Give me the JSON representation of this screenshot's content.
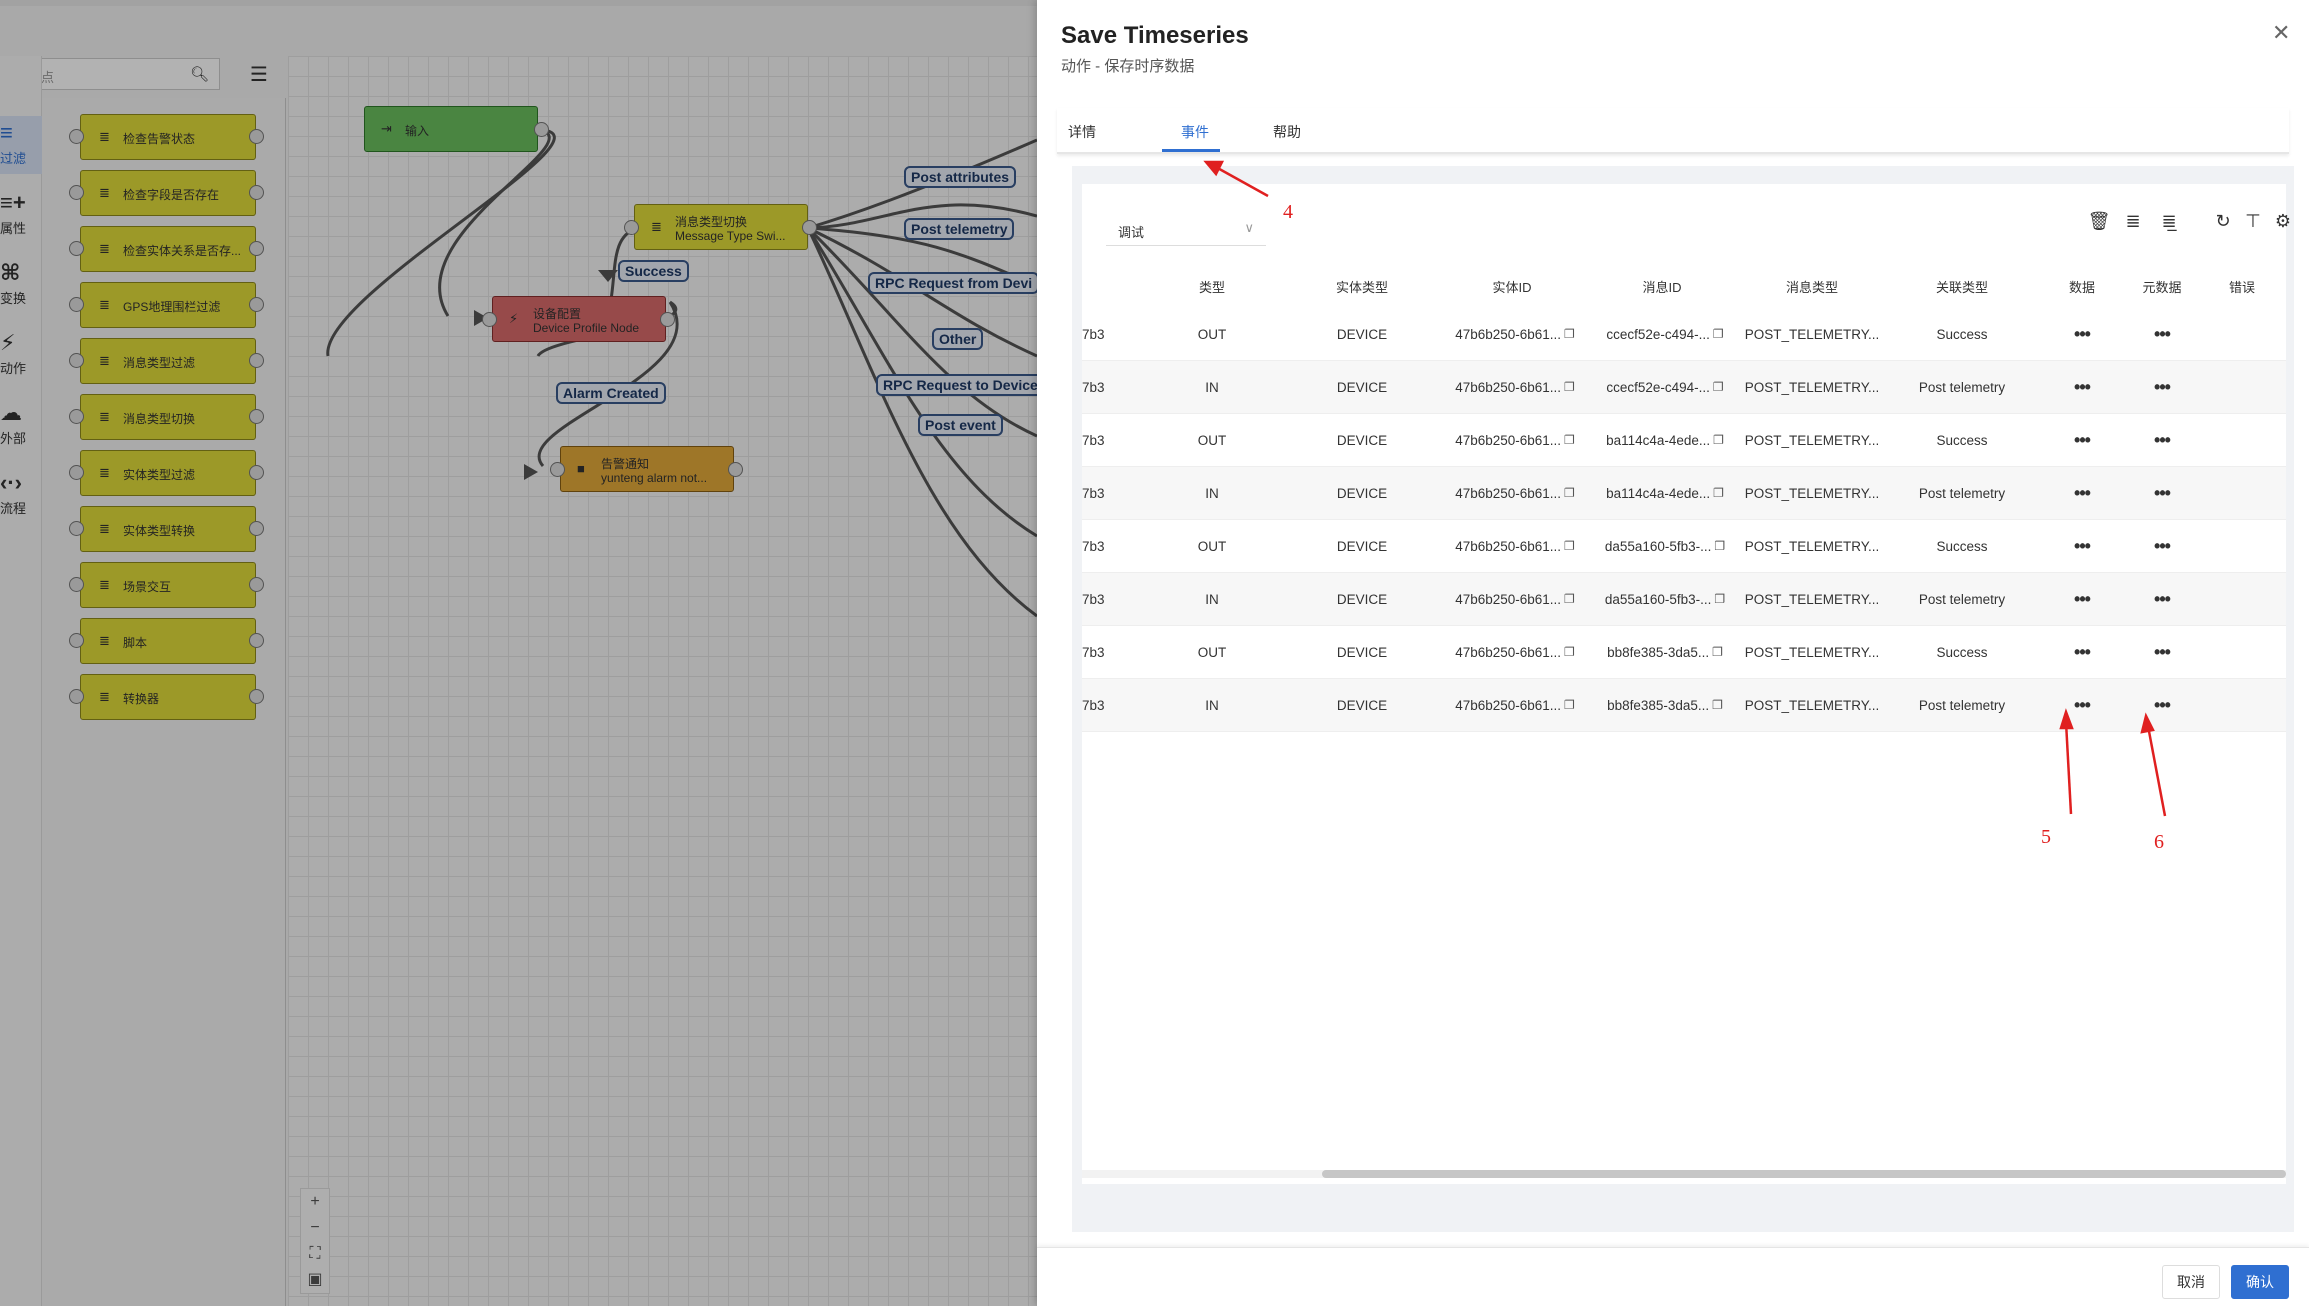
{
  "editor": {
    "search_placeholder": "搜索节点",
    "rail": [
      {
        "label": "过滤",
        "icon": "filter-icon"
      },
      {
        "label": "属性",
        "icon": "attributes-icon"
      },
      {
        "label": "变换",
        "icon": "transform-icon"
      },
      {
        "label": "动作",
        "icon": "action-icon"
      },
      {
        "label": "外部",
        "icon": "cloud-icon"
      },
      {
        "label": "流程",
        "icon": "flow-icon"
      }
    ],
    "library_nodes": [
      "检查告警状态",
      "检查字段是否存在",
      "检查实体关系是否存...",
      "GPS地理围栏过滤",
      "消息类型过滤",
      "消息类型切换",
      "实体类型过滤",
      "实体类型转换",
      "场景交互",
      "脚本",
      "转换器"
    ],
    "canvas_nodes": {
      "input": {
        "l1": "输入"
      },
      "switch": {
        "l1": "消息类型切换",
        "l2": "Message Type Swi..."
      },
      "profile": {
        "l1": "设备配置",
        "l2": "Device Profile Node"
      },
      "alarm": {
        "l1": "告警通知",
        "l2": "yunteng alarm not..."
      }
    },
    "edge_labels": [
      "Success",
      "Alarm Created",
      "Post attributes",
      "Post telemetry",
      "RPC Request from Devi",
      "Other",
      "RPC Request to Device",
      "Post event"
    ]
  },
  "drawer": {
    "title": "Save Timeseries",
    "subtitle": "动作 - 保存时序数据",
    "tabs": [
      "详情",
      "事件",
      "帮助"
    ],
    "active_tab": "事件",
    "filter_value": "调试",
    "columns": [
      "类型",
      "实体类型",
      "实体ID",
      "消息ID",
      "消息类型",
      "关联类型",
      "数据",
      "元数据",
      "错误"
    ],
    "rows": [
      {
        "prefix": "7b3",
        "type": "OUT",
        "entity_type": "DEVICE",
        "entity_id": "47b6b250-6b61...",
        "msg_id": "ccecf52e-c494-...",
        "msg_type": "POST_TELEMETRY...",
        "relation": "Success",
        "data": "•••",
        "meta": "•••"
      },
      {
        "prefix": "7b3",
        "type": "IN",
        "entity_type": "DEVICE",
        "entity_id": "47b6b250-6b61...",
        "msg_id": "ccecf52e-c494-...",
        "msg_type": "POST_TELEMETRY...",
        "relation": "Post telemetry",
        "data": "•••",
        "meta": "•••"
      },
      {
        "prefix": "7b3",
        "type": "OUT",
        "entity_type": "DEVICE",
        "entity_id": "47b6b250-6b61...",
        "msg_id": "ba114c4a-4ede...",
        "msg_type": "POST_TELEMETRY...",
        "relation": "Success",
        "data": "•••",
        "meta": "•••"
      },
      {
        "prefix": "7b3",
        "type": "IN",
        "entity_type": "DEVICE",
        "entity_id": "47b6b250-6b61...",
        "msg_id": "ba114c4a-4ede...",
        "msg_type": "POST_TELEMETRY...",
        "relation": "Post telemetry",
        "data": "•••",
        "meta": "•••"
      },
      {
        "prefix": "7b3",
        "type": "OUT",
        "entity_type": "DEVICE",
        "entity_id": "47b6b250-6b61...",
        "msg_id": "da55a160-5fb3-...",
        "msg_type": "POST_TELEMETRY...",
        "relation": "Success",
        "data": "•••",
        "meta": "•••"
      },
      {
        "prefix": "7b3",
        "type": "IN",
        "entity_type": "DEVICE",
        "entity_id": "47b6b250-6b61...",
        "msg_id": "da55a160-5fb3-...",
        "msg_type": "POST_TELEMETRY...",
        "relation": "Post telemetry",
        "data": "•••",
        "meta": "•••"
      },
      {
        "prefix": "7b3",
        "type": "OUT",
        "entity_type": "DEVICE",
        "entity_id": "47b6b250-6b61...",
        "msg_id": "bb8fe385-3da5...",
        "msg_type": "POST_TELEMETRY...",
        "relation": "Success",
        "data": "•••",
        "meta": "•••"
      },
      {
        "prefix": "7b3",
        "type": "IN",
        "entity_type": "DEVICE",
        "entity_id": "47b6b250-6b61...",
        "msg_id": "bb8fe385-3da5...",
        "msg_type": "POST_TELEMETRY...",
        "relation": "Post telemetry",
        "data": "•••",
        "meta": "•••"
      }
    ],
    "cancel_label": "取消",
    "ok_label": "确认"
  },
  "annotations": [
    "4",
    "5",
    "6"
  ],
  "colors": {
    "accent": "#2f6fd1",
    "annotation": "#e02020",
    "library_node": "#e0dc3a",
    "input_node": "#6abf5e",
    "profile_node": "#d96a6a",
    "alarm_node": "#e3a93a"
  }
}
